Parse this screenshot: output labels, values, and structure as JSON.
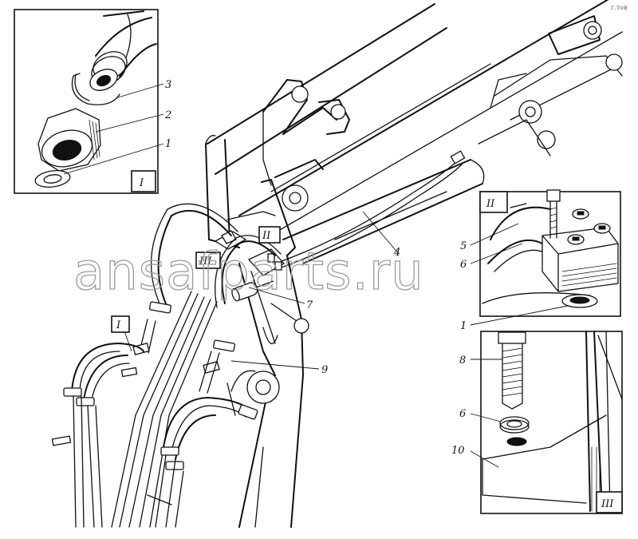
{
  "watermark": "ansafparts.ru",
  "corner_mark": "г.тов",
  "insets": {
    "one": {
      "label": "I"
    },
    "two": {
      "label": "II"
    },
    "three": {
      "label": "III"
    }
  },
  "main_labels": {
    "view_one": "I",
    "view_two": "II",
    "view_three": "III"
  },
  "callouts": {
    "inset_one": [
      {
        "num": "3"
      },
      {
        "num": "2"
      },
      {
        "num": "1"
      }
    ],
    "inset_two": [
      {
        "num": "5"
      },
      {
        "num": "6"
      },
      {
        "num": "1"
      }
    ],
    "inset_three": [
      {
        "num": "8"
      },
      {
        "num": "6"
      },
      {
        "num": "10"
      }
    ],
    "main": [
      {
        "num": "4"
      },
      {
        "num": "7"
      },
      {
        "num": "9"
      }
    ]
  }
}
